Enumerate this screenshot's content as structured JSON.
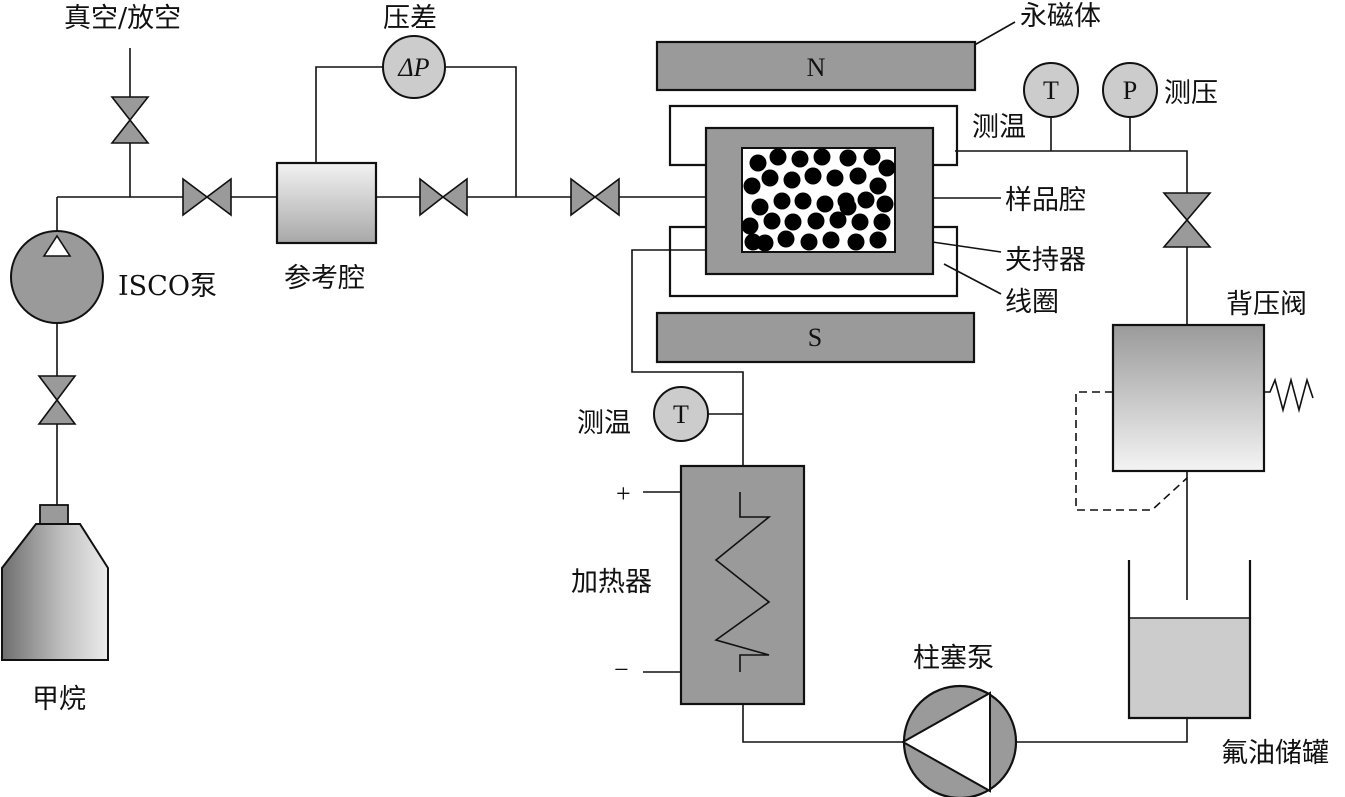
{
  "labels": {
    "vacuum_vent": "真空/放空",
    "diff_pressure": "压差",
    "delta_p": "ΔP",
    "permanent_magnet": "永磁体",
    "north": "N",
    "south": "S",
    "isco_pump": "ISCO泵",
    "reference_chamber": "参考腔",
    "temp_top": "测温",
    "temp_gauge_letter": "T",
    "pressure_gauge_letter": "P",
    "pressure_measure": "测压",
    "sample_chamber": "样品腔",
    "holder": "夹持器",
    "coil": "线圈",
    "back_pressure_valve": "背压阀",
    "temp_left": "测温",
    "heater": "加热器",
    "plus": "+",
    "minus": "−",
    "plunger_pump": "柱塞泵",
    "methane": "甲烷",
    "fluorinated_oil_tank": "氟油储罐"
  },
  "colors": {
    "component_gray": "#9a9a9a",
    "light_gray": "#cccccc",
    "line": "#111111",
    "particle": "#000000"
  }
}
